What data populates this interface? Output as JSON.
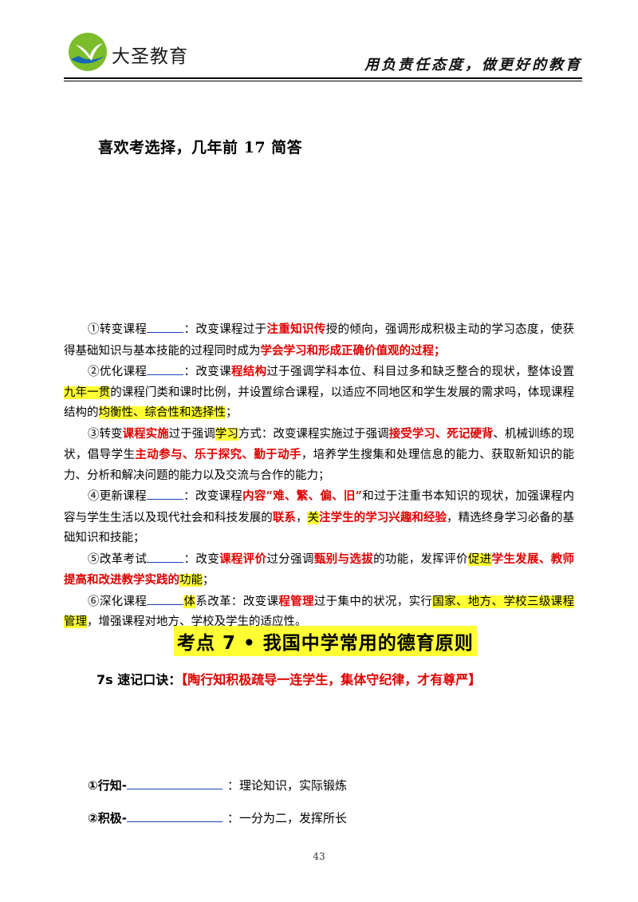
{
  "header": {
    "brand": "大圣教育",
    "slogan": "用负责任态度，做更好的教育",
    "logo_icon": "swallow-bird-logo-icon",
    "logo_colors": {
      "green": "#7cbd2c",
      "blue": "#1569b5"
    }
  },
  "note": "喜欢考选择，几年前 17 简答",
  "paragraphs": [
    {
      "segments": [
        {
          "t": "①转变课程"
        },
        {
          "t": "",
          "blank": true
        },
        {
          "t": "：改变课程过于"
        },
        {
          "t": "注重知识传",
          "red": true
        },
        {
          "t": "授的倾向，强调形成积极主动的学习态度，使获得基础知识与基本技能的过程同时成为"
        },
        {
          "t": "学会学习和形成正确价值观的过程；",
          "red": true
        }
      ]
    },
    {
      "segments": [
        {
          "t": "②优化课程"
        },
        {
          "t": "",
          "blank": true
        },
        {
          "t": "：改变课"
        },
        {
          "t": "程结构",
          "red": true
        },
        {
          "t": "过于强调学科本位、科目过多和缺乏整合的现状，整体设置"
        },
        {
          "t": "九年一贯",
          "hl": true
        },
        {
          "t": "的课程门类和课时比例，并设置综合课程，以适应不同地区和学生发展的需求吗，体现课程结构的"
        },
        {
          "t": "均衡性、综合性和选择性",
          "hl": true
        },
        {
          "t": "；"
        }
      ]
    },
    {
      "segments": [
        {
          "t": "③转变"
        },
        {
          "t": "课程实施",
          "red": true
        },
        {
          "t": "过于强调"
        },
        {
          "t": "学习",
          "hl": true
        },
        {
          "t": "方式：改变课程实施过于强调"
        },
        {
          "t": "接受学习、死记硬背",
          "red": true
        },
        {
          "t": "、机械训练的现状，倡导学生"
        },
        {
          "t": "主动参与、乐于探究、勤于动手",
          "red": true
        },
        {
          "t": "，培养学生搜集和处理信息的能力、获取新知识的能力、分析和解决问题的能力以及交流与合作的能力；"
        }
      ]
    },
    {
      "segments": [
        {
          "t": "④更新课程"
        },
        {
          "t": "",
          "blank": true
        },
        {
          "t": "：改变课程"
        },
        {
          "t": "内容“难、繁、偏、旧”",
          "red": true
        },
        {
          "t": "和过于注重书本知识的现状，加强课程内容与学生生活以及现代社会和科技发展的"
        },
        {
          "t": "联系",
          "red": true
        },
        {
          "t": "，"
        },
        {
          "t": "关",
          "hl": true
        },
        {
          "t": "注学生的学习兴趣和经验",
          "red": true
        },
        {
          "t": "，精选终身学习必备的基础知识和技能；"
        }
      ]
    },
    {
      "segments": [
        {
          "t": "⑤改革考试"
        },
        {
          "t": "",
          "blank": true
        },
        {
          "t": "：改变"
        },
        {
          "t": "课程评价",
          "red": true
        },
        {
          "t": "过分强调"
        },
        {
          "t": "甄别与选拔",
          "red": true
        },
        {
          "t": "的功能，发挥评价"
        },
        {
          "t": "促进",
          "hl": true
        },
        {
          "t": "学生发展、教师提高和改进教学实践的",
          "red": true
        },
        {
          "t": "功能",
          "hl": true
        },
        {
          "t": "；"
        }
      ]
    },
    {
      "segments": [
        {
          "t": "⑥深化课程"
        },
        {
          "t": "",
          "blank": true
        },
        {
          "t": "体",
          "hl": true
        },
        {
          "t": "系改革：改变课"
        },
        {
          "t": "程管理",
          "red": true
        },
        {
          "t": "过于集中的状况，实行"
        },
        {
          "t": "国家、地方、学校三级课程管理",
          "hl": true
        },
        {
          "t": "，增强课程对地方、学校及学生的适应性。"
        }
      ]
    }
  ],
  "section_title": "考点 7 • 我国中学常用的德育原则",
  "mnemonic": {
    "label": "7s 速记口诀：",
    "value": "【陶行知积极疏导一连学生，集体守纪律，才有尊严】"
  },
  "items": [
    {
      "key": "①行知-",
      "text": "：理论知识，实际锻炼"
    },
    {
      "key": "②积极-",
      "text": "：一分为二，发挥所长"
    }
  ],
  "page_number": "43",
  "colors": {
    "red": "#e00000",
    "highlight": "#ffff33",
    "blank_line": "#1a3fb5"
  }
}
